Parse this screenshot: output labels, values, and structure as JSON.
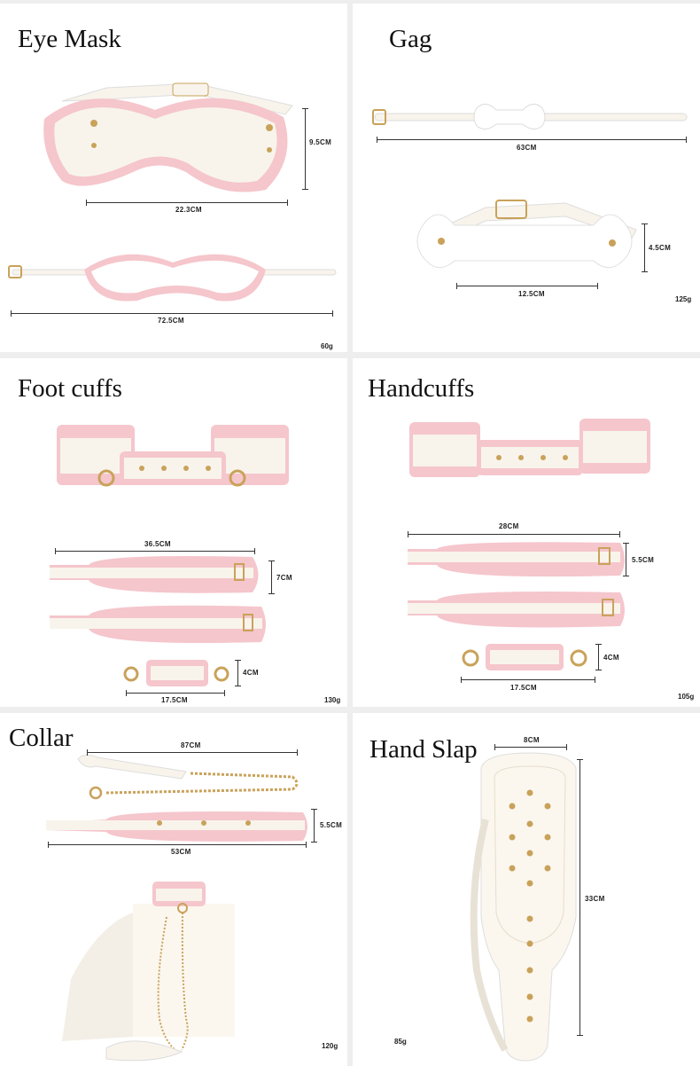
{
  "panels": {
    "eye_mask": {
      "title": "Eye Mask",
      "dim_height": "9.5CM",
      "dim_width": "22.3CM",
      "dim_strap": "72.5CM",
      "weight": "60g"
    },
    "gag": {
      "title": "Gag",
      "dim_strap": "63CM",
      "dim_height": "4.5CM",
      "dim_width": "12.5CM",
      "weight": "125g"
    },
    "foot_cuffs": {
      "title": "Foot cuffs",
      "dim_length": "36.5CM",
      "dim_height": "7CM",
      "dim_link_height": "4CM",
      "dim_link_length": "17.5CM",
      "weight": "130g"
    },
    "handcuffs": {
      "title": "Handcuffs",
      "dim_length": "28CM",
      "dim_height": "5.5CM",
      "dim_link_height": "4CM",
      "dim_link_length": "17.5CM",
      "weight": "105g"
    },
    "collar": {
      "title": "Collar",
      "dim_leash": "87CM",
      "dim_height": "5.5CM",
      "dim_length": "53CM",
      "weight": "120g"
    },
    "hand_slap": {
      "title": "Hand Slap",
      "dim_width": "8CM",
      "dim_length": "33CM",
      "weight": "85g"
    }
  },
  "colors": {
    "leather": "#f8f4ec",
    "ruffle": "#f5c6cc",
    "gold": "#c9a25a",
    "ink": "#222222"
  }
}
